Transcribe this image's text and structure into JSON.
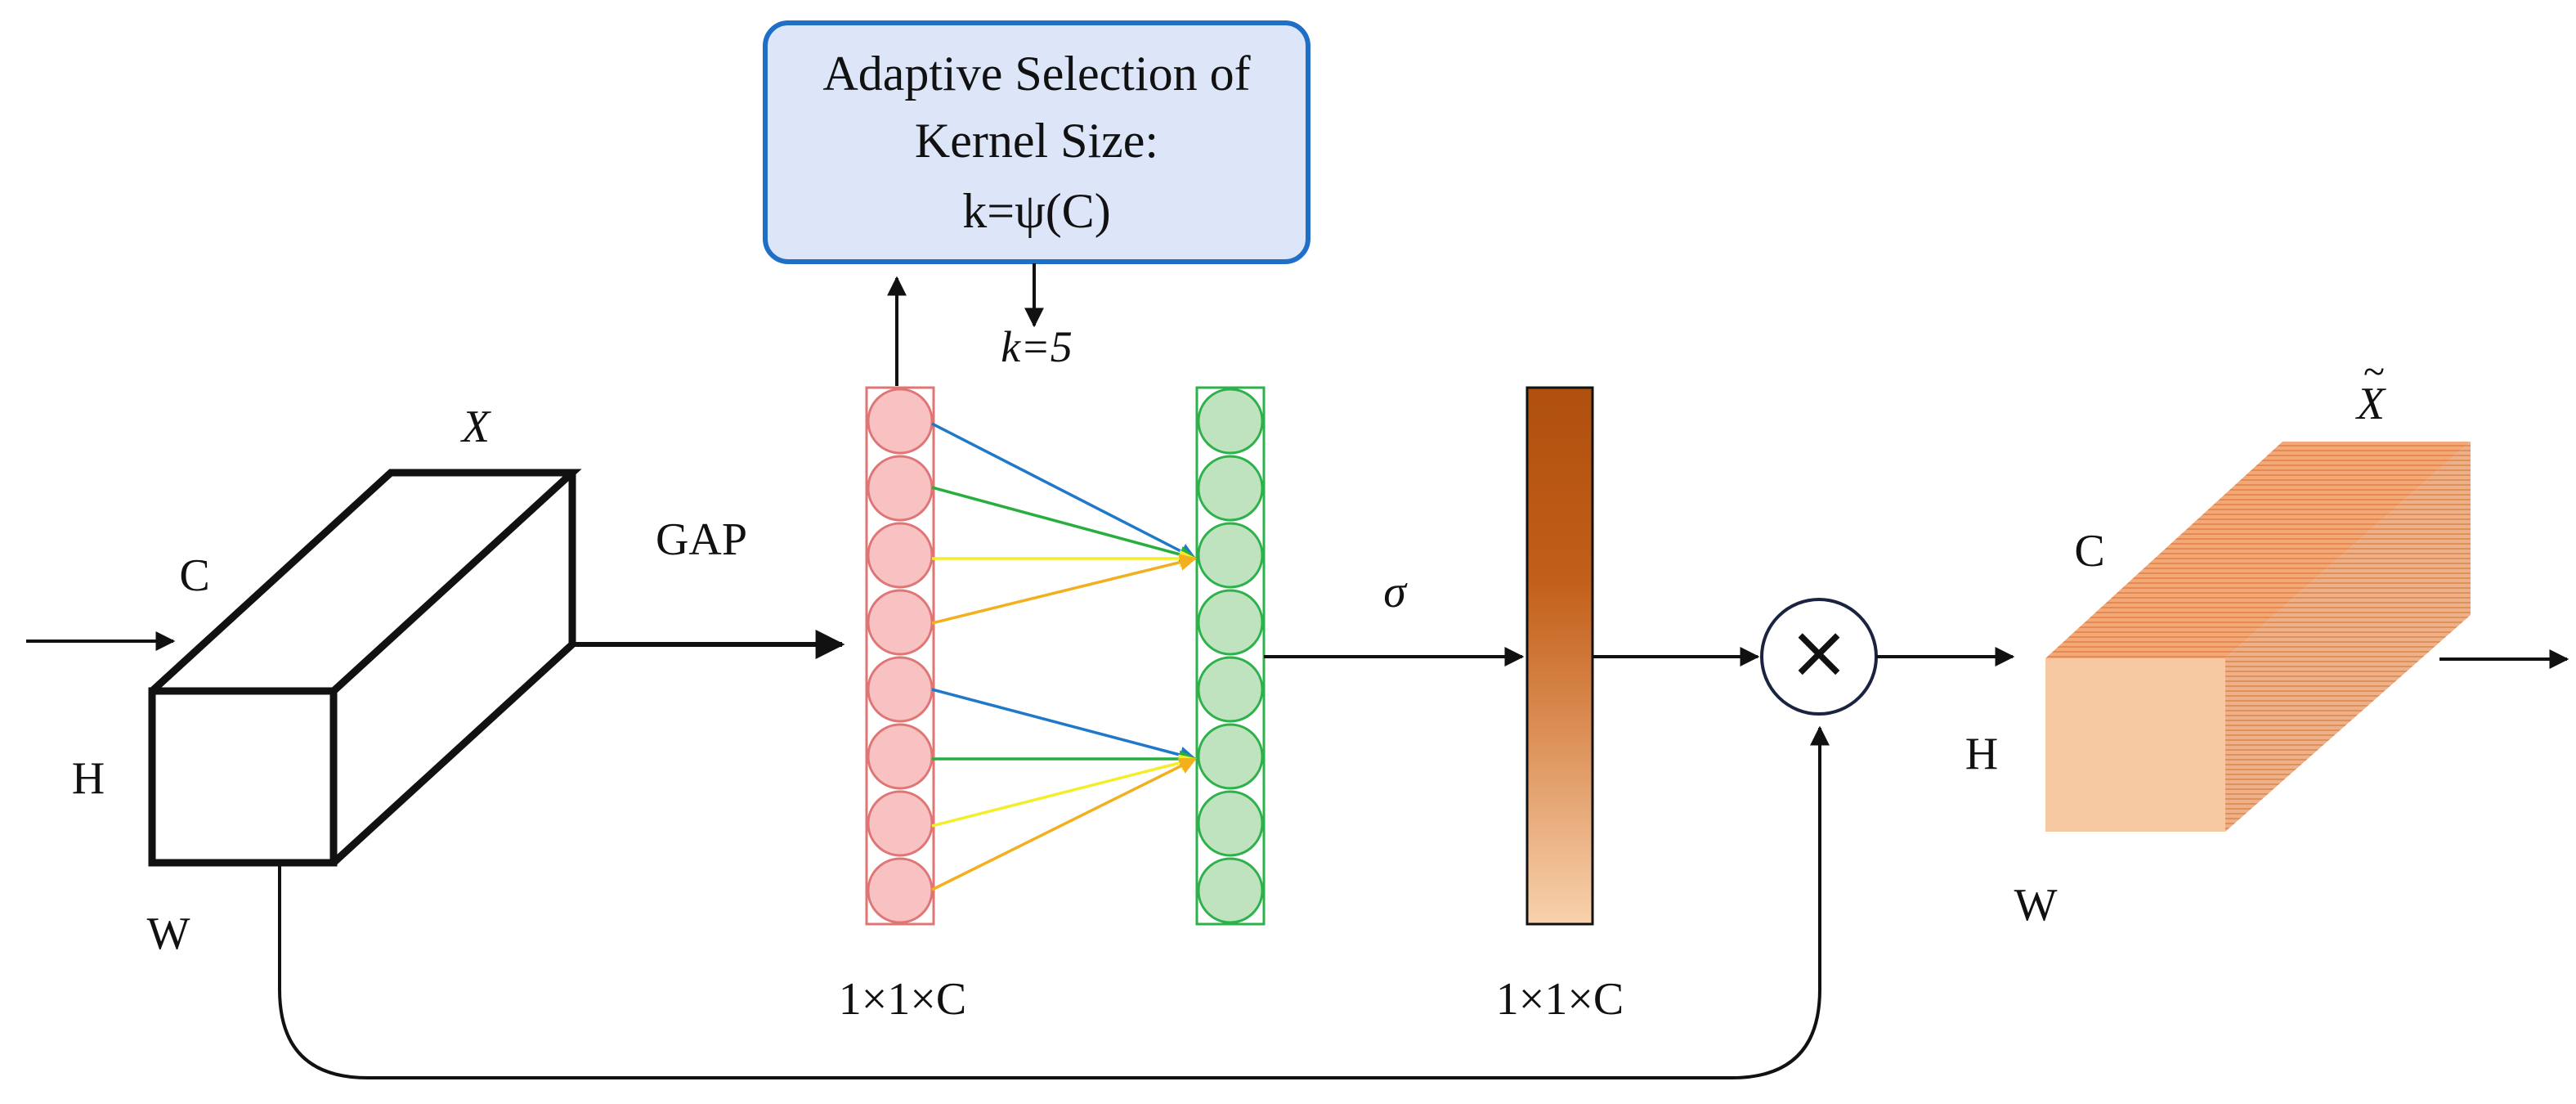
{
  "selection_box": {
    "line1": "Adaptive Selection of",
    "line2": "Kernel Size:",
    "line3": "k=ψ(C)"
  },
  "kernel_label": "k=5",
  "input_tensor": {
    "symbol": "X",
    "c": "C",
    "h": "H",
    "w": "W"
  },
  "gap_label": "GAP",
  "sigma_label": "σ",
  "multiply_symbol": "×",
  "pooled_dim_label": "1×1×C",
  "weights_dim_label": "1×1×C",
  "output_tensor": {
    "symbol": "X",
    "tilde": "~",
    "c": "C",
    "h": "H",
    "w": "W"
  },
  "colors": {
    "box_fill": "#dce6f8",
    "box_stroke": "#1f6fc6",
    "pooled_circle": "#f9c2c2",
    "pooled_stroke": "#e07575",
    "conv_circle": "#bfe2bf",
    "conv_stroke": "#2db14a",
    "line_blue": "#1f78c8",
    "line_green": "#27ae3e",
    "line_yellow": "#f4ee2a",
    "line_orange": "#f2b01e",
    "weight_top": "#b55511",
    "weight_bottom": "#f8cfa8",
    "output_front": "#f6c9a2",
    "output_side": "#e9a676",
    "output_top": "#ef9e6a"
  }
}
